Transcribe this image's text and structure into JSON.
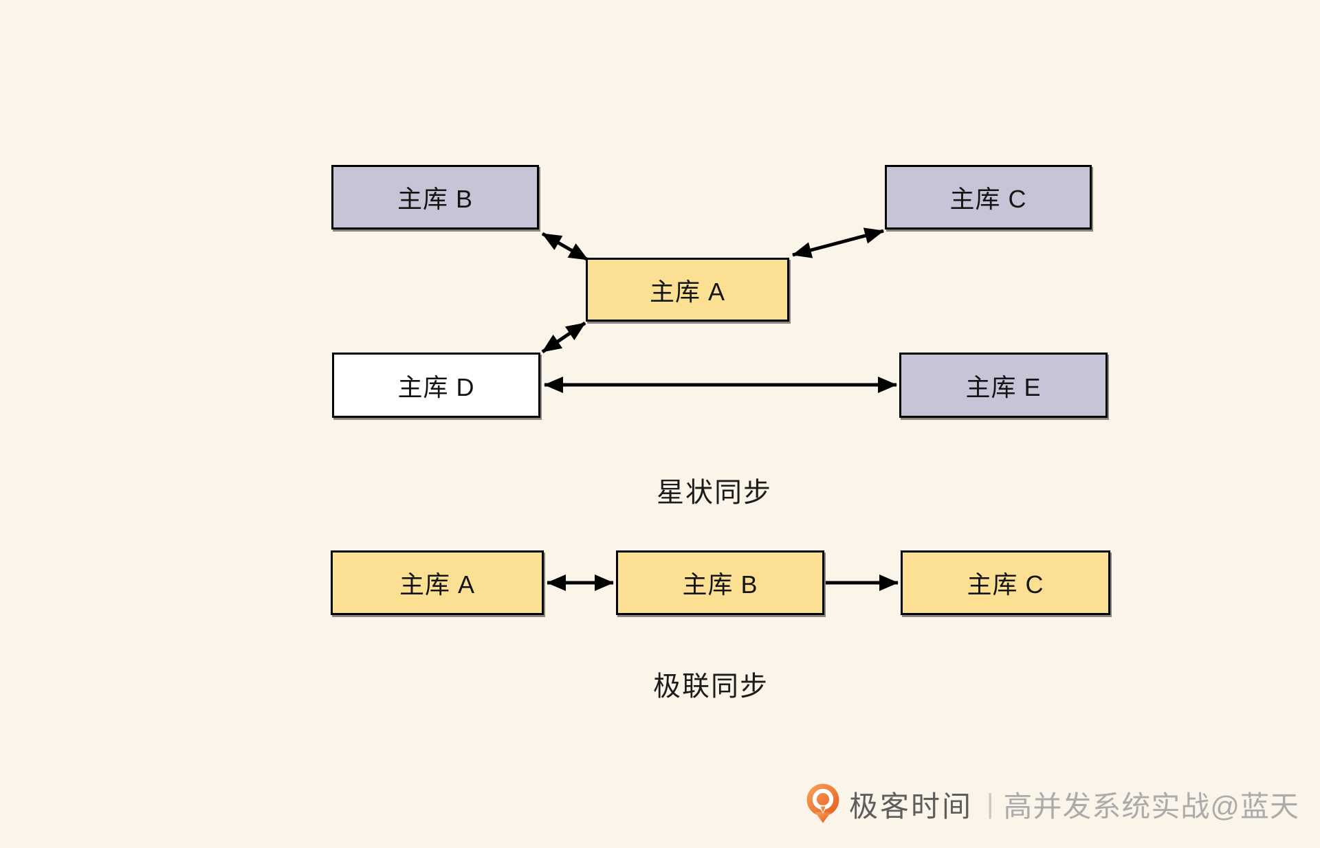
{
  "colors": {
    "background": "#fbf4e8",
    "node_yellow": "#fbdf92",
    "node_lavender": "#c6c5d7",
    "node_white": "#ffffff",
    "node_border": "#000000",
    "node_text": "#141414",
    "caption_text": "#1c1c1c",
    "arrow": "#000000",
    "footer_brand_text": "#5d5d5d",
    "footer_separator": "#cdc6b9",
    "footer_credit_text": "#ababab",
    "logo_orange_light": "#f7a35c",
    "logo_orange_dark": "#e65b1f"
  },
  "star_diagram": {
    "caption": "星状同步",
    "nodes": {
      "a": {
        "label": "主库 A",
        "role": "center"
      },
      "b": {
        "label": "主库 B"
      },
      "c": {
        "label": "主库 C"
      },
      "d": {
        "label": "主库 D"
      },
      "e": {
        "label": "主库 E"
      }
    },
    "edges": [
      {
        "from": "主库 B",
        "to": "主库 A",
        "bidirectional": true
      },
      {
        "from": "主库 C",
        "to": "主库 A",
        "bidirectional": true
      },
      {
        "from": "主库 D",
        "to": "主库 A",
        "bidirectional": true
      },
      {
        "from": "主库 D",
        "to": "主库 E",
        "bidirectional": true
      }
    ]
  },
  "cascade_diagram": {
    "caption": "极联同步",
    "nodes": {
      "a": {
        "label": "主库 A"
      },
      "b": {
        "label": "主库 B"
      },
      "c": {
        "label": "主库 C"
      }
    },
    "edges": [
      {
        "from": "主库 A",
        "to": "主库 B",
        "bidirectional": true
      },
      {
        "from": "主库 B",
        "to": "主库 C",
        "bidirectional": false
      }
    ]
  },
  "footer": {
    "logo_icon": "geektime-logo",
    "brand": "极客时间",
    "separator": "|",
    "credit": "高并发系统实战@蓝天"
  }
}
